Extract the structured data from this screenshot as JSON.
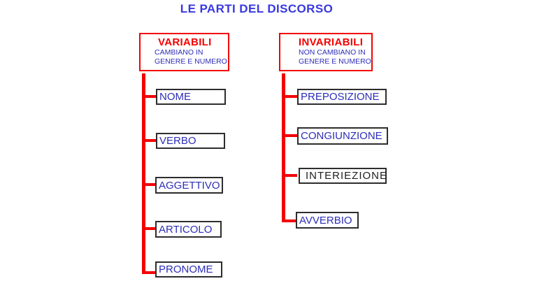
{
  "title": "LE PARTI DEL DISCORSO",
  "colors": {
    "title_blue": "#3838e2",
    "text_blue": "#2d2db8",
    "red": "#f40000",
    "black_text": "#1f1f1f",
    "item_border": "#2d2d2d"
  },
  "groups": [
    {
      "heading": "VARIABILI",
      "subtitle_line1": "CAMBIANO IN",
      "subtitle_line2": "GENERE E NUMERO",
      "items": [
        {
          "label": "NOME",
          "color": "blue"
        },
        {
          "label": "VERBO",
          "color": "blue"
        },
        {
          "label": "AGGETTIVO",
          "color": "blue"
        },
        {
          "label": "ARTICOLO",
          "color": "blue"
        },
        {
          "label": "PRONOME",
          "color": "blue"
        }
      ]
    },
    {
      "heading": "INVARIABILI",
      "subtitle_line1": "NON CAMBIANO IN",
      "subtitle_line2": "GENERE E NUMERO",
      "items": [
        {
          "label": "PREPOSIZIONE",
          "color": "blue"
        },
        {
          "label": "CONGIUNZIONE",
          "color": "blue"
        },
        {
          "label": "INTERIEZIONE",
          "color": "black"
        },
        {
          "label": "AVVERBIO",
          "color": "blue"
        }
      ]
    }
  ]
}
